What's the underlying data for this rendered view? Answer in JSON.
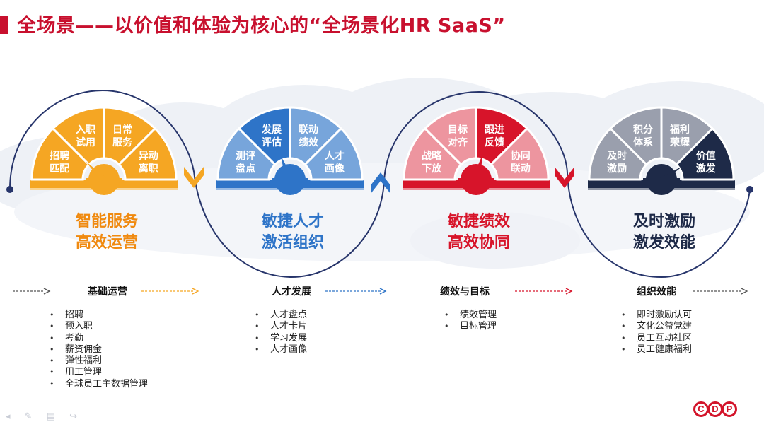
{
  "slide": {
    "title": "全场景——以价值和体验为核心的“全场景化HR SaaS”"
  },
  "gauges": [
    {
      "color": "#f5a623",
      "segments": [
        {
          "l1": "招聘",
          "l2": "匹配"
        },
        {
          "l1": "入职",
          "l2": "试用"
        },
        {
          "l1": "日常",
          "l2": "服务"
        },
        {
          "l1": "异动",
          "l2": "离职"
        }
      ],
      "headline": [
        "智能服务",
        "高效运营"
      ],
      "headline_color": "#f08a10"
    },
    {
      "color": "#2e74c8",
      "segments": [
        {
          "l1": "测评",
          "l2": "盘点"
        },
        {
          "l1": "发展",
          "l2": "评估"
        },
        {
          "l1": "联动",
          "l2": "绩效"
        },
        {
          "l1": "人才",
          "l2": "画像"
        }
      ],
      "headline": [
        "敏捷人才",
        "激活组织"
      ],
      "headline_color": "#2e74c8"
    },
    {
      "color": "#d7142a",
      "segments": [
        {
          "l1": "战略",
          "l2": "下放"
        },
        {
          "l1": "目标",
          "l2": "对齐"
        },
        {
          "l1": "跟进",
          "l2": "反馈"
        },
        {
          "l1": "协同",
          "l2": "联动"
        }
      ],
      "headline": [
        "敏捷绩效",
        "高效协同"
      ],
      "headline_color": "#d7142a"
    },
    {
      "color": "#1e2a48",
      "segments": [
        {
          "l1": "及时",
          "l2": "激励"
        },
        {
          "l1": "积分",
          "l2": "体系"
        },
        {
          "l1": "福利",
          "l2": "荣耀"
        },
        {
          "l1": "价值",
          "l2": "激发"
        }
      ],
      "headline": [
        "及时激励",
        "激发效能"
      ],
      "headline_color": "#1e2a48"
    }
  ],
  "flow": {
    "stages": [
      "基础运营",
      "人才发展",
      "绩效与目标",
      "组织效能"
    ]
  },
  "lists": [
    [
      "招聘",
      "预入职",
      "考勤",
      "薪资佣金",
      "弹性福利",
      "用工管理",
      "全球员工主数据管理"
    ],
    [
      "人才盘点",
      "人才卡片",
      "学习发展",
      "人才画像"
    ],
    [
      "绩效管理",
      "目标管理"
    ],
    [
      "即时激励认可",
      "文化公益党建",
      "员工互动社区",
      "员工健康福利"
    ]
  ],
  "logo": {
    "letters": [
      "C",
      "D",
      "P"
    ]
  }
}
